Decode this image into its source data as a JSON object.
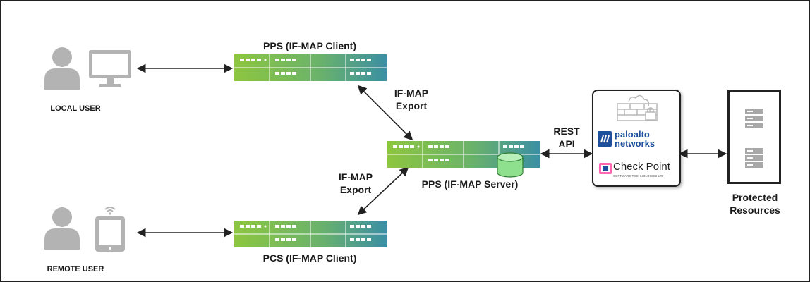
{
  "labels": {
    "pps_client": "PPS (IF-MAP Client)",
    "pps_server": "PPS (IF-MAP Server)",
    "pcs_client": "PCS (IF-MAP Client)",
    "ifmap_export_top": "IF-MAP Export",
    "ifmap_export_bottom": "IF-MAP Export",
    "rest_api": "REST API",
    "local_user": "LOCAL USER",
    "remote_user": "REMOTE USER",
    "protected_resources": "Protected Resources"
  },
  "firewall_vendors": {
    "paloalto_line1": "paloalto",
    "paloalto_line2": "networks",
    "checkpoint": "Check Point",
    "checkpoint_sub": "SOFTWARE TECHNOLOGIES LTD"
  },
  "colors": {
    "appliance_green": "#8dc63f",
    "appliance_teal": "#3b8fa3",
    "person_gray": "#b3b3b3",
    "arrow": "#222222",
    "paloalto_blue": "#1f4e9a",
    "database_green": "#8ee08e"
  }
}
